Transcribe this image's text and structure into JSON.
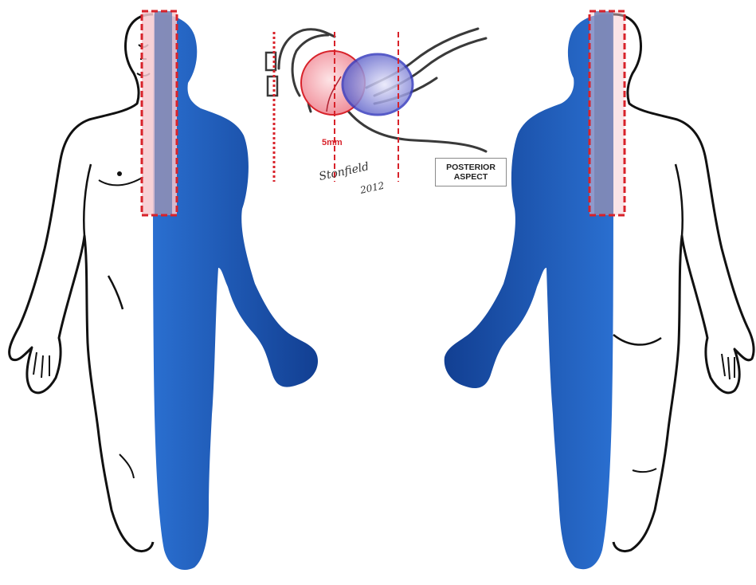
{
  "diagram": {
    "aspect_label": [
      "POSTERIOR",
      "ASPECT"
    ],
    "inset": {
      "measurement_label": "5mm",
      "signature": "Stonfield",
      "signature_year": "2012"
    },
    "colors": {
      "pain_fill_dark": "#123f92",
      "pain_fill_light": "#2a6fd0",
      "highlight_red": "#d8222a",
      "highlight_fill": "#f6c9cf",
      "lesion_red": "#f08a96",
      "lesion_blue": "#5b5fc9",
      "outline": "#111111"
    }
  }
}
